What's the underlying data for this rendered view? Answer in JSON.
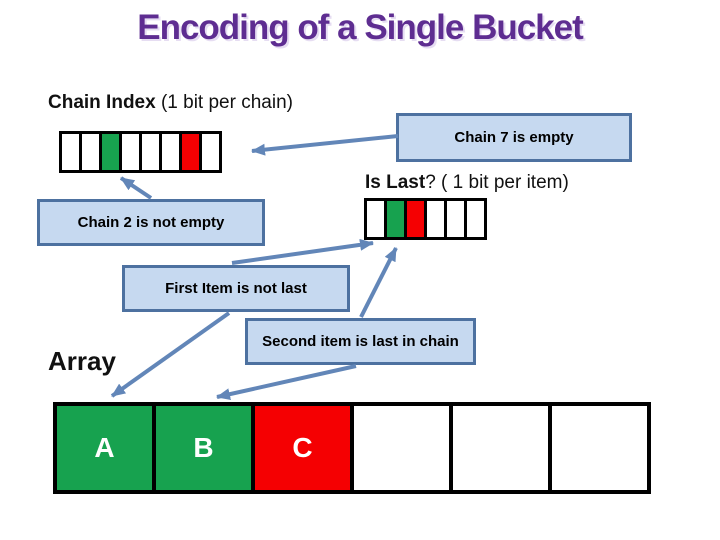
{
  "title": "Encoding of a Single Bucket",
  "labels": {
    "chain_index_bold": "Chain Index",
    "chain_index_rest": " (1 bit per chain)",
    "is_last_bold": "Is Last",
    "is_last_rest": "? ( 1 bit per item)",
    "array": "Array"
  },
  "callouts": {
    "chain7": "Chain 7 is empty",
    "chain2": "Chain 2 is not empty",
    "first_item": "First Item is not last",
    "second_item": "Second item is last in chain"
  },
  "bit_arrays": {
    "chain_index": [
      "white",
      "white",
      "green",
      "white",
      "white",
      "white",
      "red",
      "white"
    ],
    "is_last": [
      "white",
      "green",
      "red",
      "white",
      "white",
      "white"
    ]
  },
  "array_cells": [
    {
      "label": "A",
      "color": "green"
    },
    {
      "label": "B",
      "color": "green"
    },
    {
      "label": "C",
      "color": "red"
    },
    {
      "label": "",
      "color": "white"
    },
    {
      "label": "",
      "color": "white"
    },
    {
      "label": "",
      "color": "white"
    }
  ],
  "colors": {
    "green": "#17A24F",
    "red": "#F50002",
    "callout_fill": "#C6D9F0",
    "callout_border": "#4D71A0",
    "arrow": "#6286B8",
    "title": "#5E2D91"
  }
}
